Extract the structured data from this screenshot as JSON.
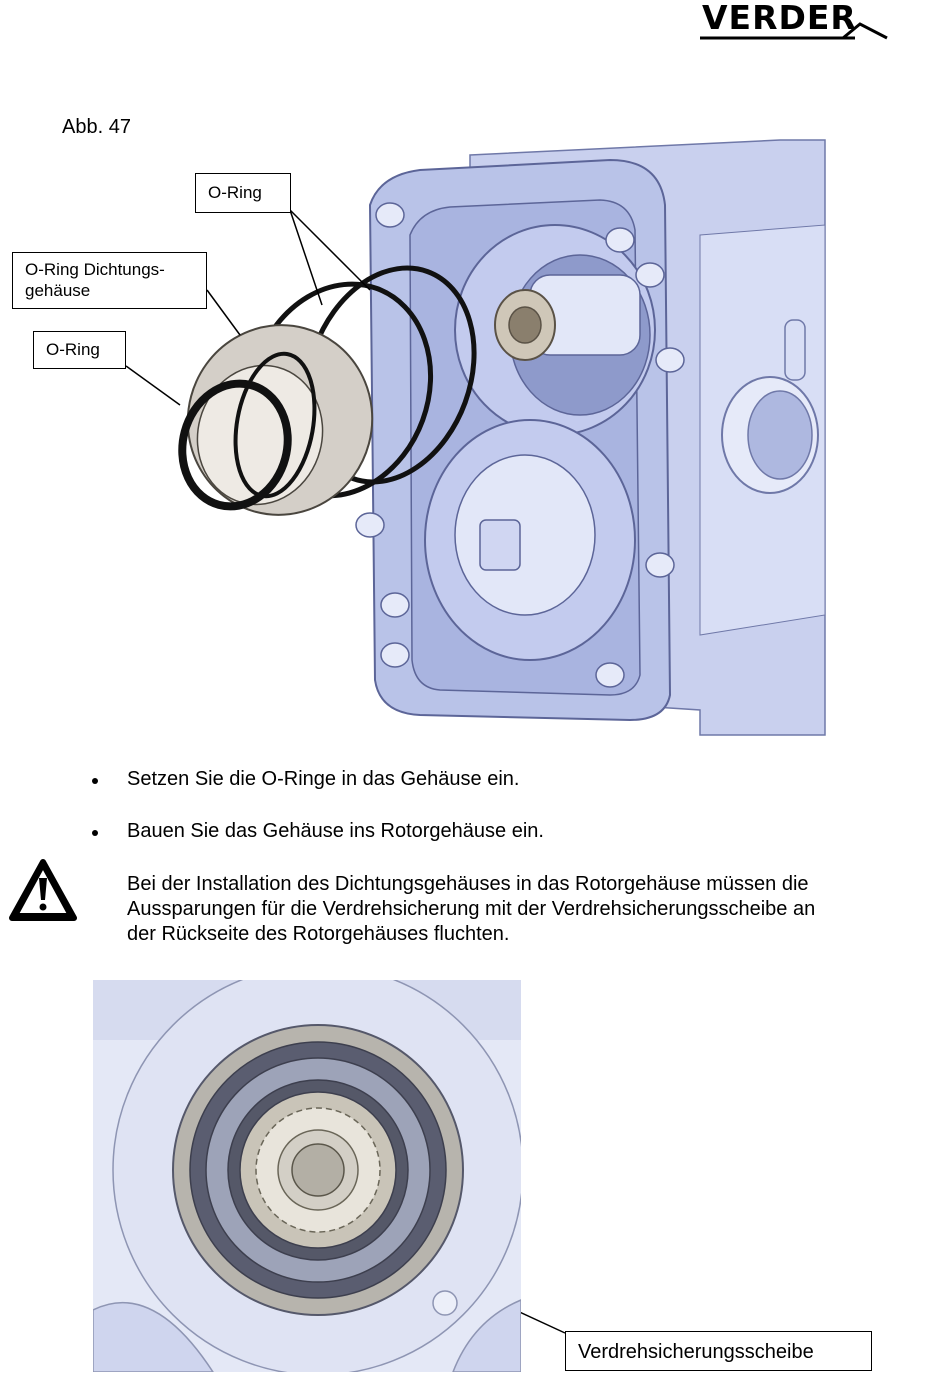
{
  "header": {
    "brand": "VERDER"
  },
  "figure": {
    "label": "Abb. 47",
    "callouts": {
      "oring_top": "O-Ring",
      "dichtungsgehaeuse_line1": "O-Ring Dichtungs-",
      "dichtungsgehaeuse_line2": "gehäuse",
      "oring_left": "O-Ring"
    }
  },
  "instructions": {
    "bullets": [
      "Setzen Sie die O-Ringe in das Gehäuse ein.",
      "Bauen Sie das Gehäuse ins Rotorgehäuse ein."
    ],
    "warning_lines": [
      "Bei der Installation des Dichtungsgehäuses in das Rotorgehäuse müssen die",
      "Aussparungen für die Verdrehsicherung mit der Verdrehsicherungsscheibe an",
      "der Rückseite des Rotorgehäuses fluchten."
    ]
  },
  "detail_figure": {
    "callout": "Verdrehsicherungsscheibe"
  },
  "colors": {
    "pump_body": "#b9c3e8",
    "pump_shadow": "#8e9acb",
    "pump_light": "#e2e7f8",
    "seal_housing": "#d4cfc8",
    "oring": "#111111",
    "detail_ring_dark": "#5a5d70",
    "detail_ring_mid": "#9da3b8"
  }
}
